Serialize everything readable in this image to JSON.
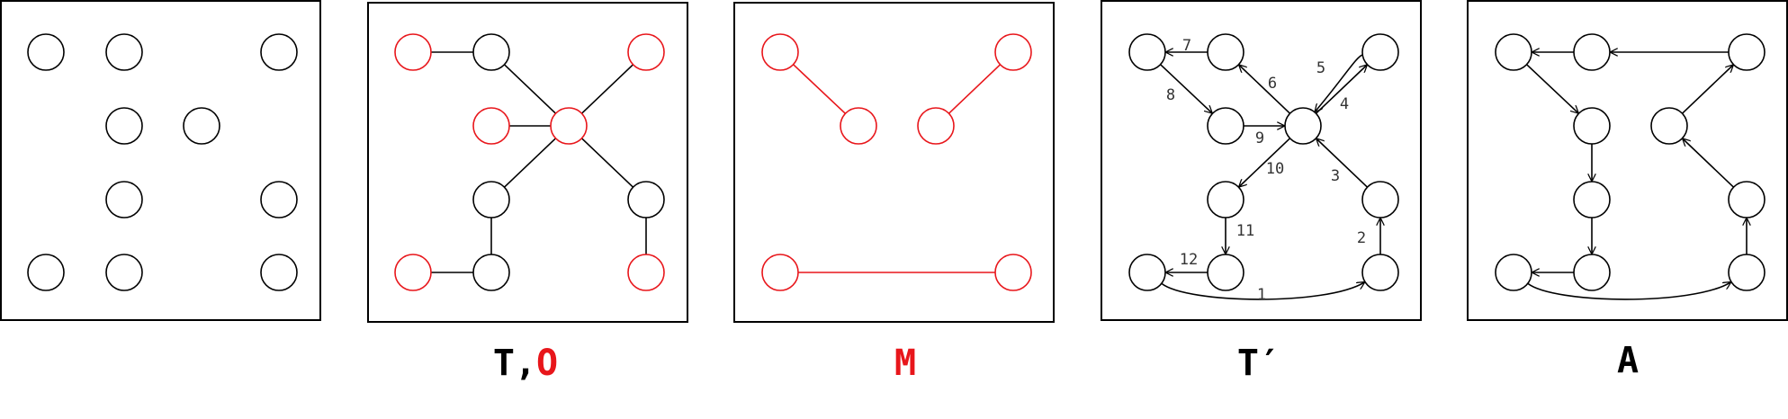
{
  "colors": {
    "black": "#000000",
    "red": "#e8161b"
  },
  "captions": {
    "to_t": "T",
    "to_comma": ",",
    "to_o": "O",
    "m": "M",
    "tprime": "T′",
    "a": "A"
  },
  "panel_names": [
    "points",
    "tree-and-odd-vertices",
    "matching",
    "directed-tour",
    "tour"
  ],
  "edge_labels": [
    "1",
    "2",
    "3",
    "4",
    "5",
    "6",
    "7",
    "8",
    "9",
    "10",
    "11",
    "12"
  ]
}
